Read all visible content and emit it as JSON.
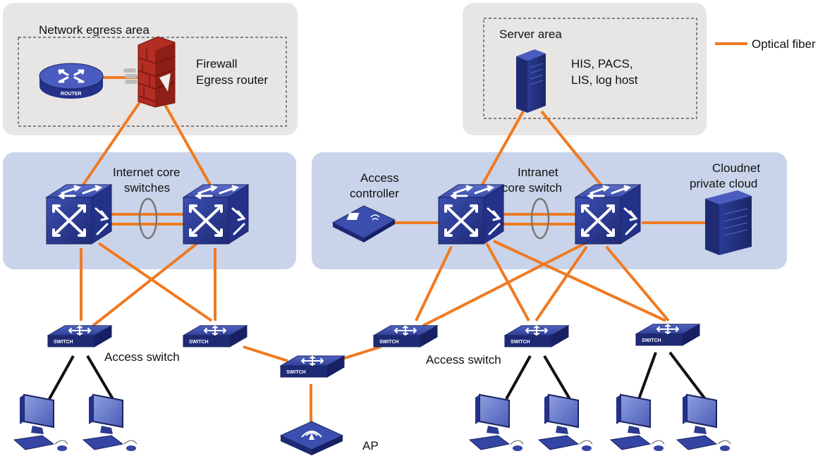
{
  "labels": {
    "network_egress_area": "Network egress area",
    "firewall": "Firewall",
    "egress_router": "Egress router",
    "router_text": "ROUTER",
    "server_area": "Server area",
    "servers_line1": "HIS, PACS,",
    "servers_line2": "LIS, log host",
    "legend_optical_fiber": "Optical fiber",
    "internet_core_line1": "Internet core",
    "internet_core_line2": "switches",
    "access_controller_line1": "Access",
    "access_controller_line2": "controller",
    "intranet_core_line1": "Intranet",
    "intranet_core_line2": "core switch",
    "cloudnet_line1": "Cloudnet",
    "cloudnet_line2": "private cloud",
    "access_switch_left": "Access switch",
    "access_switch_right": "Access switch",
    "ap": "AP",
    "switch_text": "SWITCH"
  },
  "colors": {
    "fiber": "#f07a22",
    "copper": "#111111",
    "area_gray": "#e8e6e4",
    "area_blue": "#c9d4ea",
    "device_blue": "#2e3e92",
    "firewall_red": "#c0392b"
  }
}
